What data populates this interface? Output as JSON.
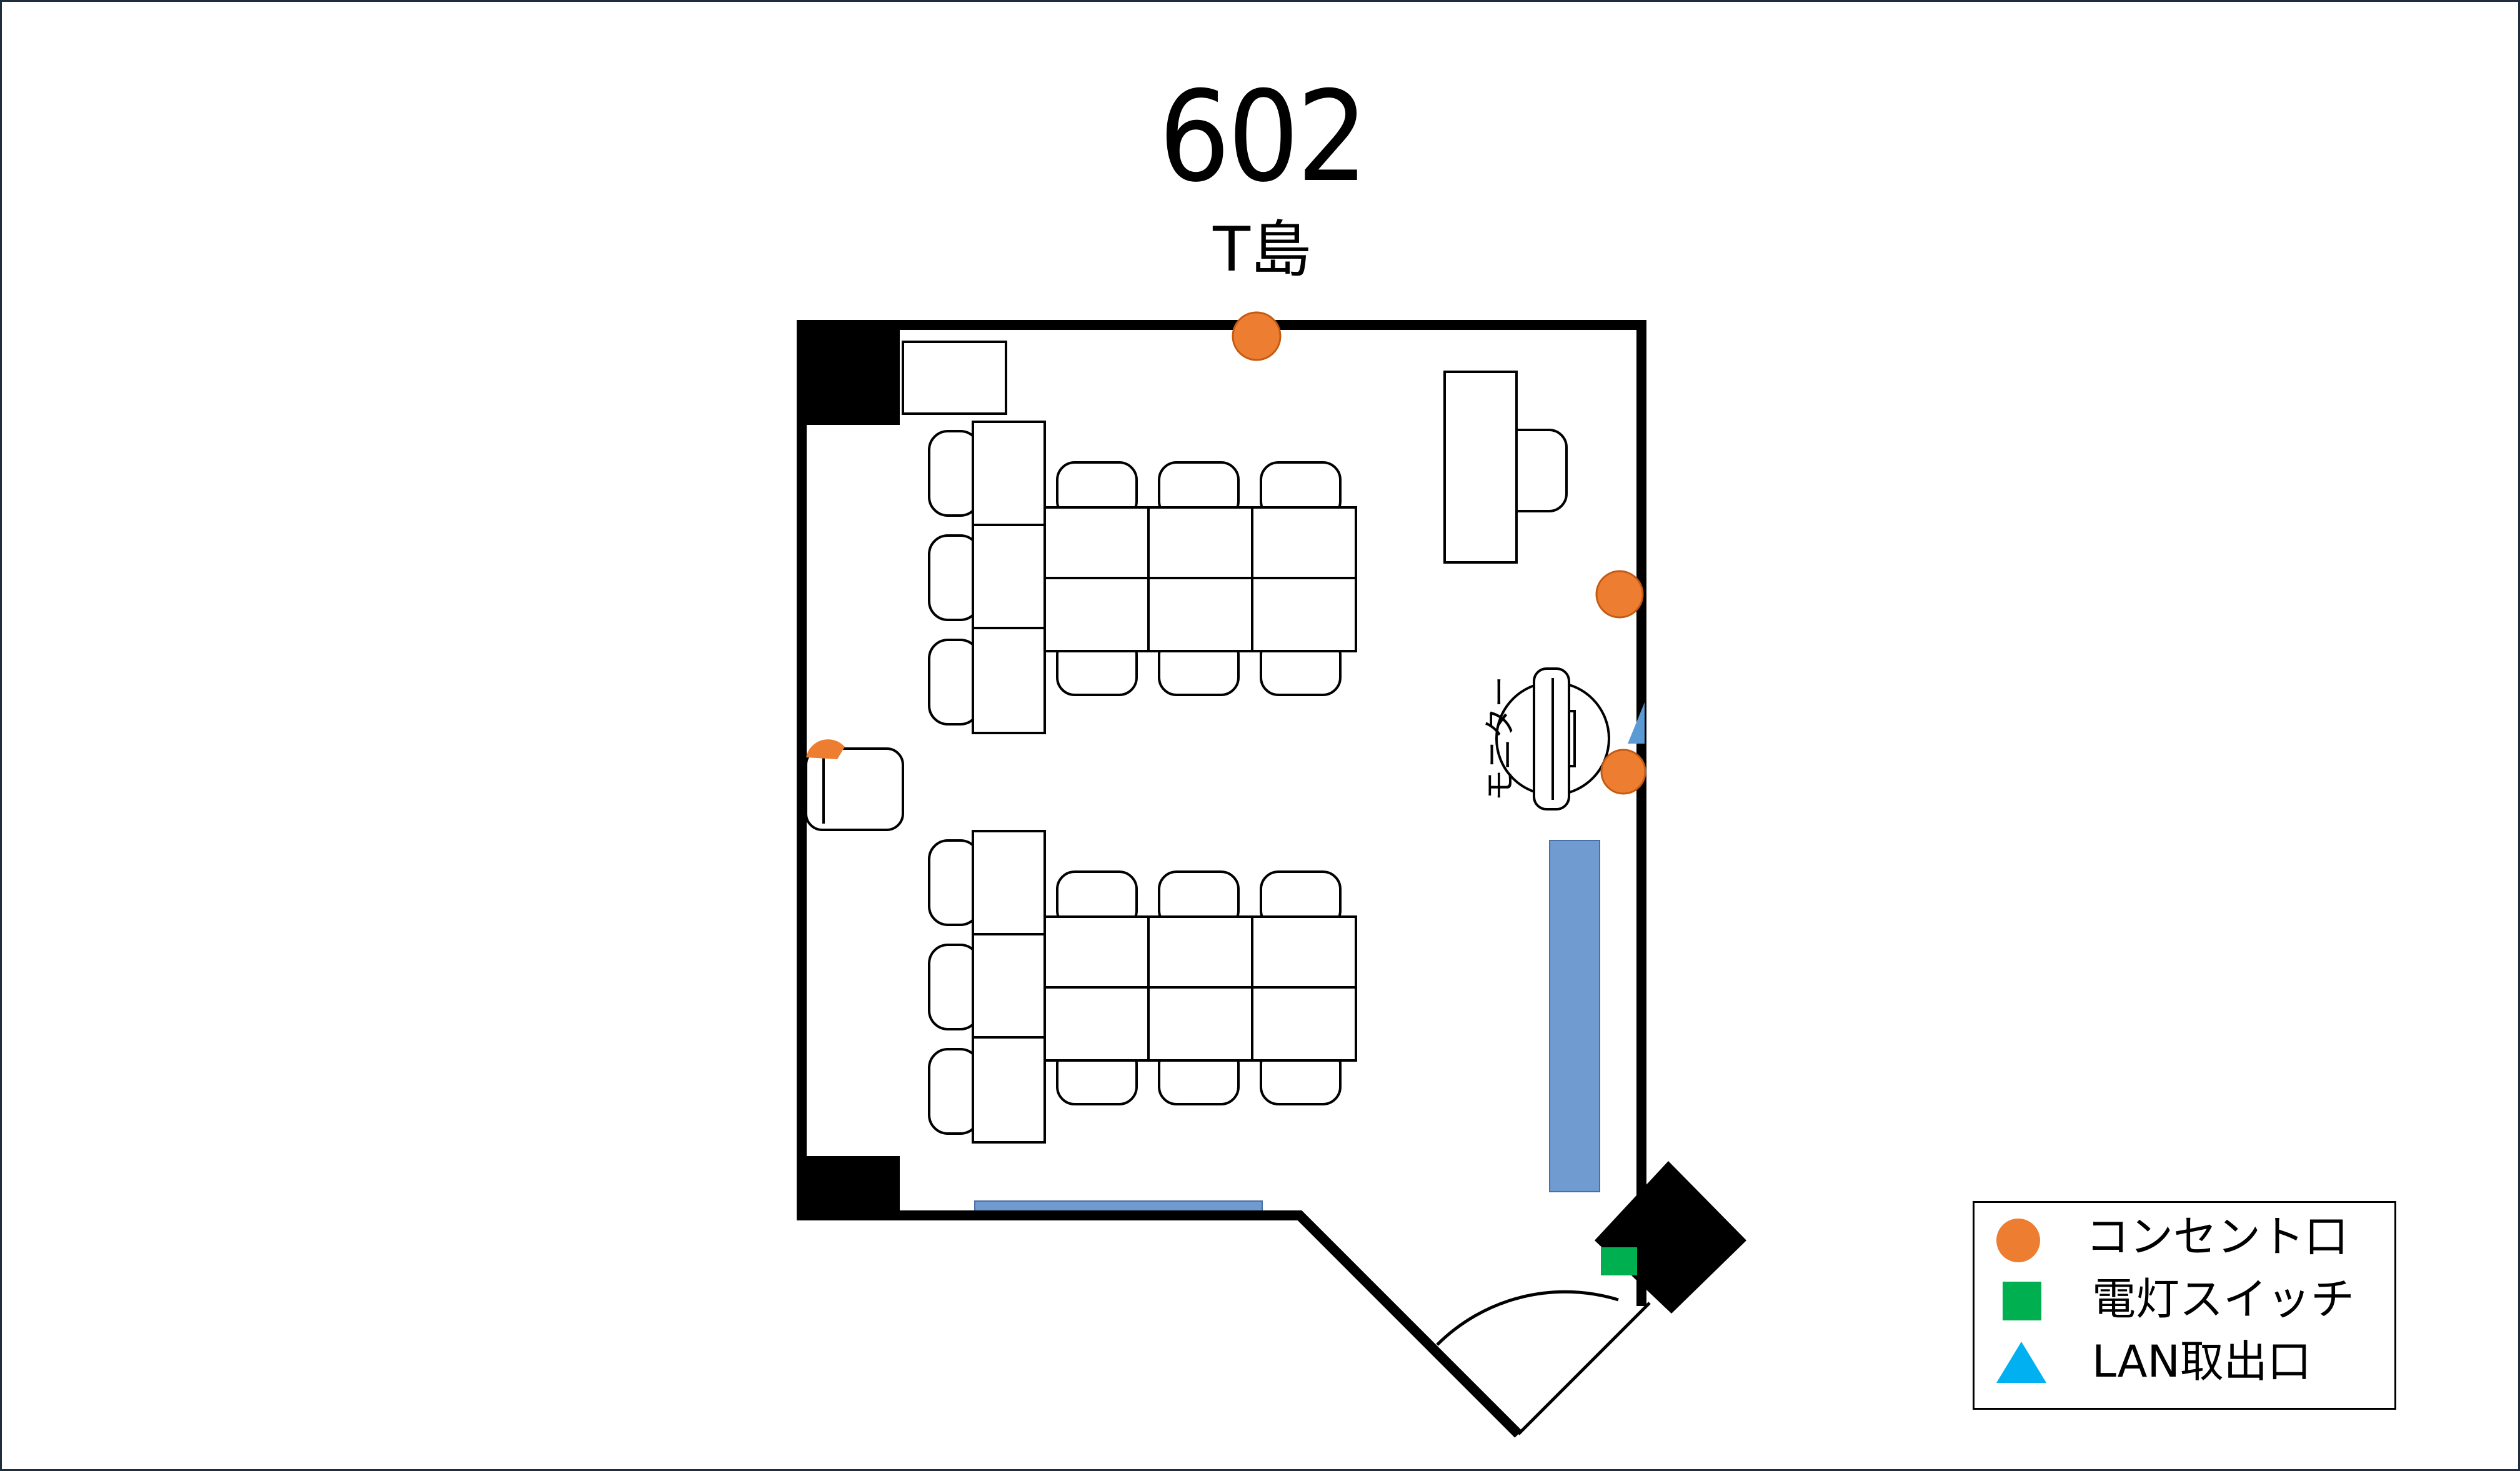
{
  "room": {
    "number": "602",
    "subtitle": "T島"
  },
  "plan": {
    "monitor_label": "モニター"
  },
  "legend": {
    "items": [
      {
        "label": "コンセント口",
        "symbol": "circle",
        "color": "#ed7d31"
      },
      {
        "label": "電灯スイッチ",
        "symbol": "square",
        "color": "#00b050"
      },
      {
        "label": "LAN取出口",
        "symbol": "triangle",
        "color": "#00b0f0"
      }
    ]
  },
  "colors": {
    "wall": "#000000",
    "outlet": "#ed7d31",
    "light_switch": "#00b050",
    "lan_port": "#00b0f0",
    "window_strip": "#6f9bd1",
    "frame_border": "#1f2d3d"
  }
}
